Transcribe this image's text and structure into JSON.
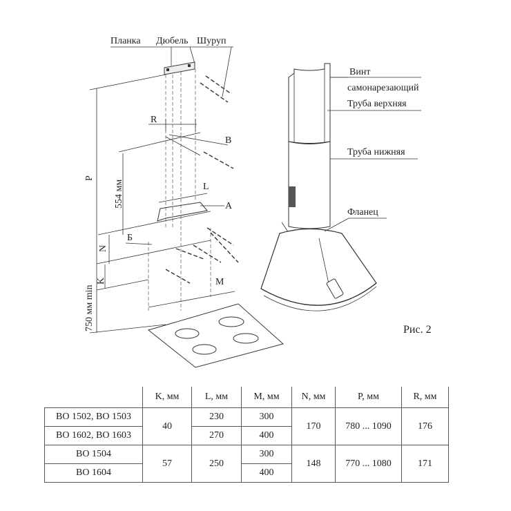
{
  "labels": {
    "planka": "Планка",
    "dubel": "Дюбель",
    "shurup": "Шуруп",
    "vint_1": "Винт",
    "vint_2": "самонарезающий",
    "truba_verh": "Труба верхняя",
    "truba_nizh": "Труба нижняя",
    "flanets": "Фланец",
    "R": "R",
    "B": "B",
    "L": "L",
    "A": "A",
    "P": "P",
    "dim_554": "554 мм",
    "N": "N",
    "Б": "Б",
    "K": "K",
    "M": "M",
    "dim_750": "750 мм min"
  },
  "caption": "Рис. 2",
  "table": {
    "headers": [
      "",
      "K, мм",
      "L, мм",
      "M, мм",
      "N, мм",
      "P, мм",
      "R, мм"
    ],
    "group1": {
      "models": [
        "BO 1502, BO 1503",
        "BO 1602, BO 1603"
      ],
      "K": "40",
      "L": [
        "230",
        "270"
      ],
      "M": [
        "300",
        "400"
      ],
      "N": "170",
      "P": "780 ... 1090",
      "R": "176"
    },
    "group2": {
      "models": [
        "BO 1504",
        "BO 1604"
      ],
      "K": "57",
      "L": "250",
      "M": [
        "300",
        "400"
      ],
      "N": "148",
      "P": "770 ... 1080",
      "R": "171"
    }
  }
}
